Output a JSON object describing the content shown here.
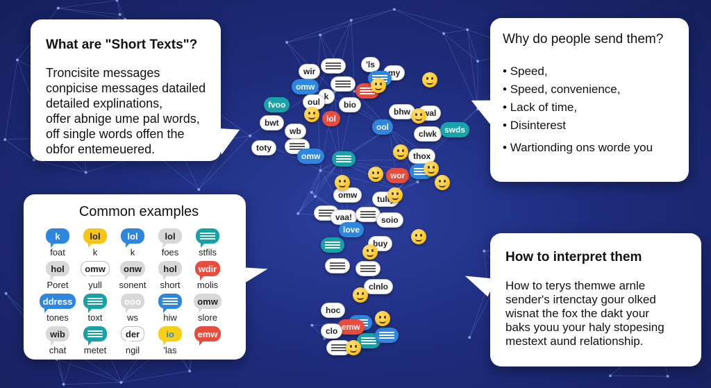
{
  "what_card": {
    "title": "What are \"Short Texts\"?",
    "lines": [
      "Troncisite messages",
      "conpicise messages datailed",
      "detailed explinations,",
      "offer abnige ume pal words,",
      "off  single words offen the",
      "obfor entemeuered."
    ]
  },
  "why_card": {
    "title": "Why do people send them?",
    "items": [
      "Speed,",
      "Speed, convenience,",
      "Lack of time,",
      "Disinterest",
      "Wartionding ons worde you"
    ]
  },
  "examples_card": {
    "title": "Common examples",
    "items": [
      {
        "bubble": "k",
        "label": "foat",
        "color": "#2e86de",
        "text_color": "#ffffff"
      },
      {
        "bubble": "lol",
        "label": "k",
        "color": "#f5c518",
        "text_color": "#222222"
      },
      {
        "bubble": "lol",
        "label": "k",
        "color": "#2e86de",
        "text_color": "#ffffff"
      },
      {
        "bubble": "lol",
        "label": "foes",
        "color": "#d8d8d8",
        "text_color": "#222222"
      },
      {
        "bubble": "",
        "label": "stfils",
        "color": "#17a2a8",
        "text_color": "#ffffff",
        "icon": "lines"
      },
      {
        "bubble": "hol",
        "label": "Poret",
        "color": "#d8d8d8",
        "text_color": "#222222"
      },
      {
        "bubble": "omw",
        "label": "yull",
        "color": "#ffffff",
        "text_color": "#222222"
      },
      {
        "bubble": "onw",
        "label": "sonent",
        "color": "#d8d8d8",
        "text_color": "#222222"
      },
      {
        "bubble": "hol",
        "label": "short",
        "color": "#d8d8d8",
        "text_color": "#222222"
      },
      {
        "bubble": "wdir",
        "label": "molis",
        "color": "#e74c3c",
        "text_color": "#ffffff"
      },
      {
        "bubble": "ddress",
        "label": "tones",
        "color": "#2e86de",
        "text_color": "#ffffff"
      },
      {
        "bubble": "",
        "label": "toxt",
        "color": "#17a2a8",
        "text_color": "#ffffff",
        "icon": "lines"
      },
      {
        "bubble": "ooo",
        "label": "ws",
        "color": "#d8d8d8",
        "text_color": "#ffffff"
      },
      {
        "bubble": "",
        "label": "hiw",
        "color": "#2e86de",
        "text_color": "#ffffff",
        "icon": "lines"
      },
      {
        "bubble": "omw",
        "label": "slore",
        "color": "#d8d8d8",
        "text_color": "#222222"
      },
      {
        "bubble": "wib",
        "label": "chat",
        "color": "#d8d8d8",
        "text_color": "#222222"
      },
      {
        "bubble": "",
        "label": "metet",
        "color": "#17a2a8",
        "text_color": "#ffffff",
        "icon": "lines"
      },
      {
        "bubble": "der",
        "label": "ngil",
        "color": "#ffffff",
        "text_color": "#222222"
      },
      {
        "bubble": "io",
        "label": "'las",
        "color": "#f5d018",
        "text_color": "#2e86de"
      },
      {
        "bubble": "emw",
        "label": "",
        "color": "#e74c3c",
        "text_color": "#ffffff"
      }
    ]
  },
  "interpret_card": {
    "title": "How to interpret them",
    "lines": [
      "How to terys themwe arnle",
      "sender's irtenctay gour olked",
      "wisnat the fox the dakt your",
      "baks youu your haly stopesing",
      "mestext aund relationship."
    ]
  },
  "question_bubbles": [
    {
      "text": "wir",
      "color": "#ffffff",
      "text_color": "#222222"
    },
    {
      "text": "",
      "color": "#ffffff",
      "text_color": "#555555",
      "icon": "lines"
    },
    {
      "text": "'ls",
      "color": "#ffffff",
      "text_color": "#222222"
    },
    {
      "text": "my",
      "color": "#ffffff",
      "text_color": "#222222"
    },
    {
      "text": "omw",
      "color": "#2e86de",
      "text_color": "#ffffff"
    },
    {
      "text": "",
      "color": "#ffffff",
      "text_color": "#555555",
      "icon": "lines"
    },
    {
      "text": "k",
      "color": "#ffffff",
      "text_color": "#222222"
    },
    {
      "text": "",
      "color": "#e74c3c",
      "text_color": "#ffffff",
      "icon": "lines"
    },
    {
      "text": "",
      "color": "#2e86de",
      "text_color": "#ffffff",
      "icon": "lines"
    },
    {
      "text": "oul",
      "color": "#ffffff",
      "text_color": "#222222"
    },
    {
      "text": "bio",
      "color": "#ffffff",
      "text_color": "#222222"
    },
    {
      "text": "fvoo",
      "color": "#17a2a8",
      "text_color": "#ffffff"
    },
    {
      "text": "lol",
      "color": "#e74c3c",
      "text_color": "#ffffff"
    },
    {
      "text": "bhw",
      "color": "#ffffff",
      "text_color": "#222222"
    },
    {
      "text": "wal",
      "color": "#ffffff",
      "text_color": "#222222"
    },
    {
      "text": "bwt",
      "color": "#ffffff",
      "text_color": "#222222"
    },
    {
      "text": "wb",
      "color": "#ffffff",
      "text_color": "#222222"
    },
    {
      "text": "ool",
      "color": "#2e86de",
      "text_color": "#ffffff"
    },
    {
      "text": "clwk",
      "color": "#ffffff",
      "text_color": "#222222"
    },
    {
      "text": "swds",
      "color": "#17a2a8",
      "text_color": "#ffffff"
    },
    {
      "text": "",
      "color": "#ffffff",
      "text_color": "#555555",
      "icon": "lines"
    },
    {
      "text": "toty",
      "color": "#ffffff",
      "text_color": "#222222"
    },
    {
      "text": "omw",
      "color": "#2e86de",
      "text_color": "#ffffff"
    },
    {
      "text": "",
      "color": "#17a2a8",
      "text_color": "#ffffff",
      "icon": "lines"
    },
    {
      "text": "thox",
      "color": "#ffffff",
      "text_color": "#222222"
    },
    {
      "text": "wor",
      "color": "#e74c3c",
      "text_color": "#ffffff"
    },
    {
      "text": "",
      "color": "#2e86de",
      "text_color": "#ffffff",
      "icon": "lines"
    },
    {
      "text": "omw",
      "color": "#ffffff",
      "text_color": "#222222"
    },
    {
      "text": "tulty",
      "color": "#ffffff",
      "text_color": "#222222"
    },
    {
      "text": "",
      "color": "#ffffff",
      "text_color": "#555555",
      "icon": "lines"
    },
    {
      "text": "vaa!",
      "color": "#ffffff",
      "text_color": "#222222"
    },
    {
      "text": "",
      "color": "#ffffff",
      "text_color": "#555555",
      "icon": "lines"
    },
    {
      "text": "soio",
      "color": "#ffffff",
      "text_color": "#222222"
    },
    {
      "text": "love",
      "color": "#2e86de",
      "text_color": "#ffffff"
    },
    {
      "text": "",
      "color": "#17a2a8",
      "text_color": "#ffffff",
      "icon": "lines"
    },
    {
      "text": "buy",
      "color": "#ffffff",
      "text_color": "#222222"
    },
    {
      "text": "",
      "color": "#ffffff",
      "text_color": "#555555",
      "icon": "lines"
    },
    {
      "text": "",
      "color": "#ffffff",
      "text_color": "#555555",
      "icon": "lines"
    },
    {
      "text": "clnlo",
      "color": "#ffffff",
      "text_color": "#222222"
    },
    {
      "text": "hoc",
      "color": "#ffffff",
      "text_color": "#222222"
    },
    {
      "text": "",
      "color": "#2e86de",
      "text_color": "#ffffff",
      "icon": "lines"
    },
    {
      "text": "emw",
      "color": "#e74c3c",
      "text_color": "#ffffff"
    },
    {
      "text": "clo",
      "color": "#ffffff",
      "text_color": "#222222"
    },
    {
      "text": "",
      "color": "#17a2a8",
      "text_color": "#ffffff",
      "icon": "lines"
    },
    {
      "text": "",
      "color": "#ffffff",
      "text_color": "#555555",
      "icon": "lines"
    },
    {
      "text": "",
      "color": "#2e86de",
      "text_color": "#ffffff",
      "icon": "lines"
    }
  ]
}
